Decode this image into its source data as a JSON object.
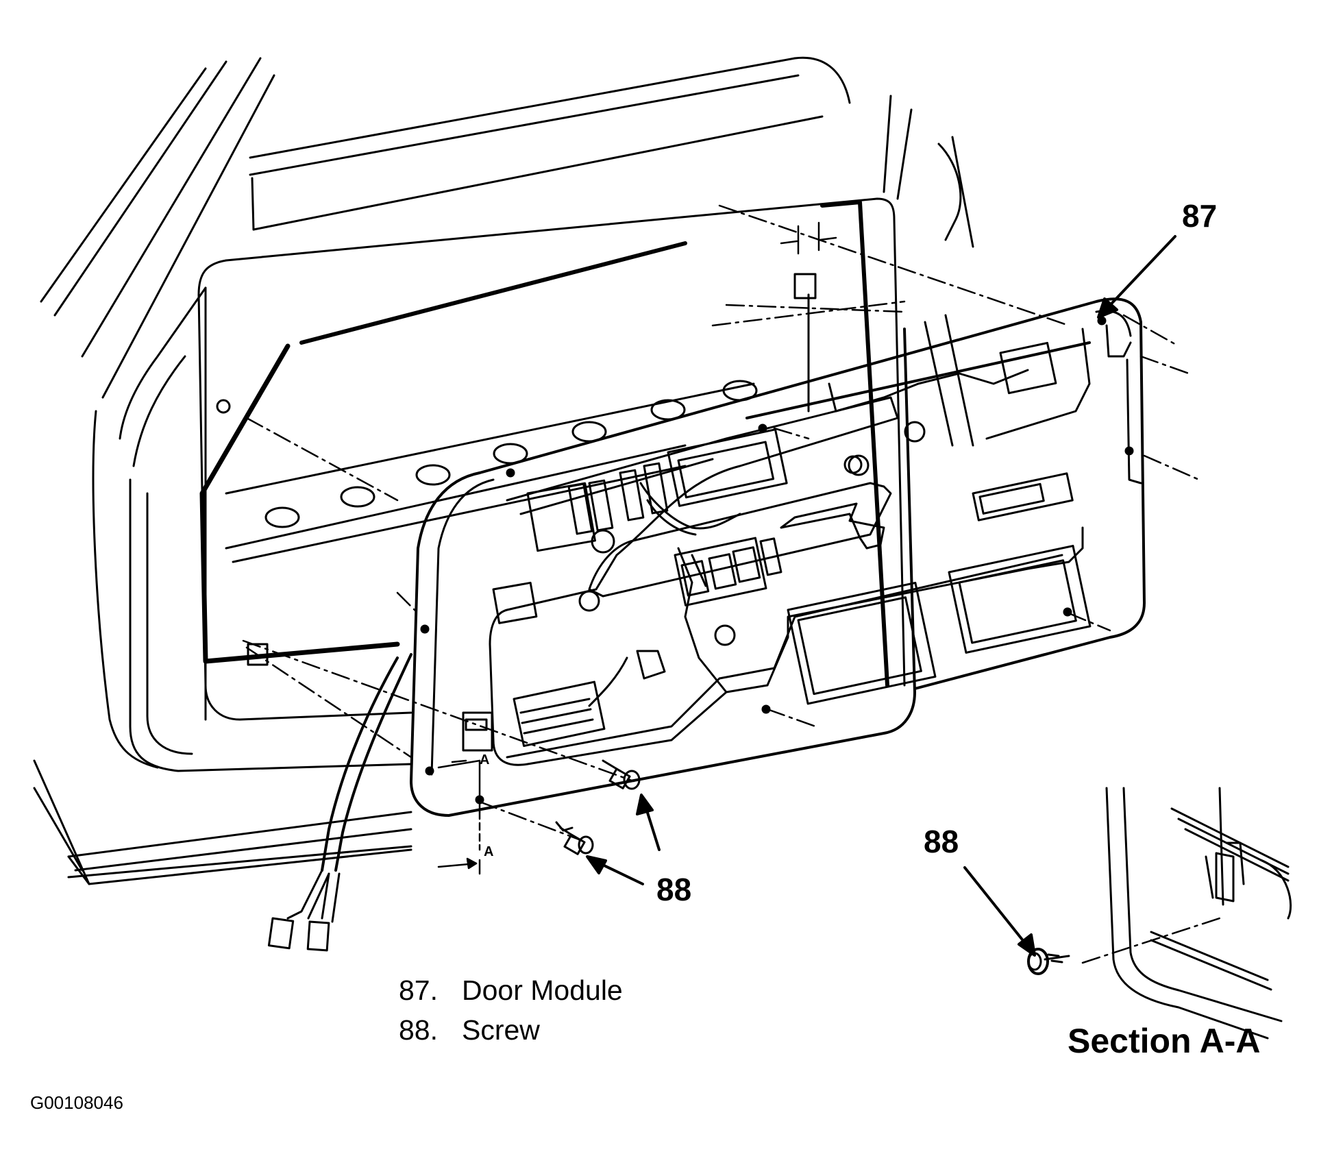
{
  "callouts": {
    "door_module": "87",
    "screw_lower": "88",
    "screw_section": "88"
  },
  "section_markers": {
    "upper": "A",
    "lower": "A"
  },
  "legend": [
    {
      "number": "87.",
      "label": "Door Module"
    },
    {
      "number": "88.",
      "label": "Screw"
    }
  ],
  "section_title": "Section A-A",
  "figure_id": "G00108046",
  "colors": {
    "line": "#000000",
    "background": "#ffffff"
  }
}
